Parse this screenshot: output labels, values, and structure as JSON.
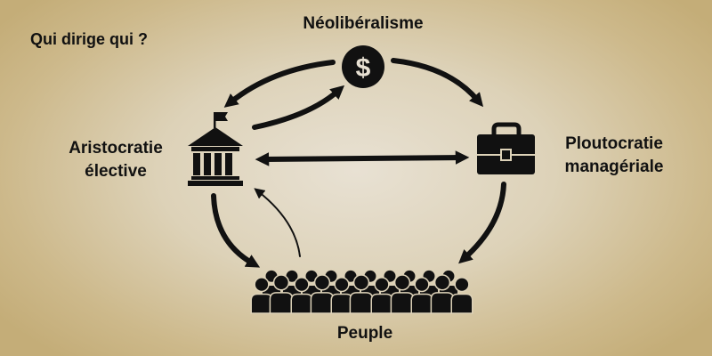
{
  "title": "Qui dirige qui ?",
  "nodes": {
    "top": {
      "label": "Néolibéralisme",
      "icon": "dollar-coin-icon"
    },
    "left": {
      "label_line1": "Aristocratie",
      "label_line2": "élective",
      "icon": "government-building-icon"
    },
    "right": {
      "label_line1": "Ploutocratie",
      "label_line2": "managériale",
      "icon": "briefcase-icon"
    },
    "bottom": {
      "label": "Peuple",
      "icon": "crowd-icon"
    }
  },
  "edges": [
    {
      "from": "top",
      "to": "left"
    },
    {
      "from": "left",
      "to": "top"
    },
    {
      "from": "top",
      "to": "right"
    },
    {
      "from": "left",
      "to": "right",
      "bidirectional": true
    },
    {
      "from": "left",
      "to": "bottom"
    },
    {
      "from": "right",
      "to": "bottom"
    },
    {
      "from": "bottom",
      "to": "left",
      "thin": true
    }
  ],
  "colors": {
    "ink": "#111111",
    "background_center": "#e8e1d3",
    "background_edge": "#c4ad78"
  }
}
